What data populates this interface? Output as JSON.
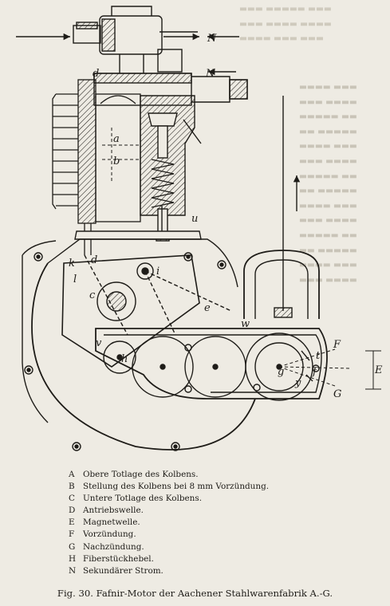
{
  "figure": {
    "labels": {
      "N_top": "N",
      "N_mid": "N",
      "d_top": "d",
      "a": "a",
      "b": "b",
      "u": "u",
      "k": "k",
      "d_left": "d",
      "l": "l",
      "c_small": "c",
      "i": "i",
      "e": "e",
      "w": "w",
      "v": "v",
      "h": "h",
      "E": "E",
      "F": "F",
      "G": "G",
      "g": "g",
      "y": "y",
      "t": "t",
      "f": "f"
    }
  },
  "legend": [
    {
      "key": "A",
      "text": "Obere Totlage des Kolbens."
    },
    {
      "key": "B",
      "text": "Stellung des Kolbens bei 8 mm Vorzündung."
    },
    {
      "key": "C",
      "text": "Untere Totlage des Kolbens."
    },
    {
      "key": "D",
      "text": "Antriebswelle."
    },
    {
      "key": "E",
      "text": "Magnetwelle."
    },
    {
      "key": "F",
      "text": "Vorzündung."
    },
    {
      "key": "G",
      "text": "Nachzündung."
    },
    {
      "key": "H",
      "text": "Fiberstückhebel."
    },
    {
      "key": "N",
      "text": "Sekundärer Strom."
    }
  ],
  "caption": "Fig. 30.   Fafnir-Motor der Aachener Stahlwarenfabrik A.-G."
}
